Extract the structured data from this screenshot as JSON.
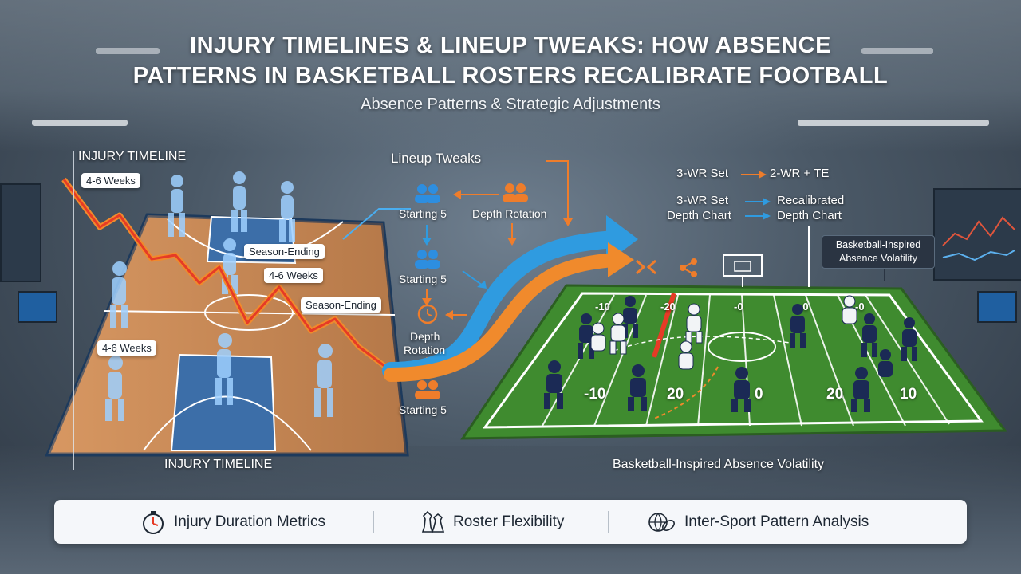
{
  "header": {
    "title_line1": "INJURY TIMELINES & LINEUP TWEAKS: HOW ABSENCE",
    "title_line2": "PATTERNS IN BASKETBALL ROSTERS RECALIBRATE FOOTBALL",
    "subtitle": "Absence Patterns & Strategic Adjustments"
  },
  "left_panel": {
    "top_label": "INJURY TIMELINE",
    "bottom_label": "INJURY TIMELINE",
    "tags": [
      "4-6 Weeks",
      "Season-Ending",
      "4-6 Weeks",
      "Season-Ending",
      "4-6 Weeks"
    ]
  },
  "center_flow": {
    "heading": "Lineup Tweaks",
    "starting_5_a": "Starting 5",
    "depth_rotation_a": "Depth Rotation",
    "starting_5_b": "Starting 5",
    "depth_rotation_b_line1": "Depth",
    "depth_rotation_b_line2": "Rotation",
    "starting_5_c": "Starting 5"
  },
  "right_panel": {
    "row1_from": "3-WR Set",
    "row1_to": "2-WR + TE",
    "row2_from": "3-WR Set",
    "row2_to": "Recalibrated",
    "row3_from": "Depth Chart",
    "row3_to": "Depth Chart",
    "callout_line1": "Basketball-Inspired",
    "callout_line2": "Absence Volatility",
    "bottom_label": "Basketball-Inspired Absence Volatility",
    "yard_numbers": [
      "-10",
      "-20",
      "-0",
      "-0",
      "-0",
      "-10",
      "20",
      "0",
      "20",
      "10"
    ]
  },
  "bottom_bar": {
    "item1": "Injury Duration Metrics",
    "item2": "Roster Flexibility",
    "item3": "Inter-Sport Pattern Analysis"
  },
  "colors": {
    "court_wood": "#c98a55",
    "court_paint": "#3c6ea8",
    "field_green": "#3f8b2f",
    "arrow_red": "#e63b26",
    "arrow_orange": "#f08a2c",
    "arrow_blue": "#2f9be0",
    "icon_blue": "#2d8ee0",
    "icon_orange": "#ef7d2b"
  }
}
